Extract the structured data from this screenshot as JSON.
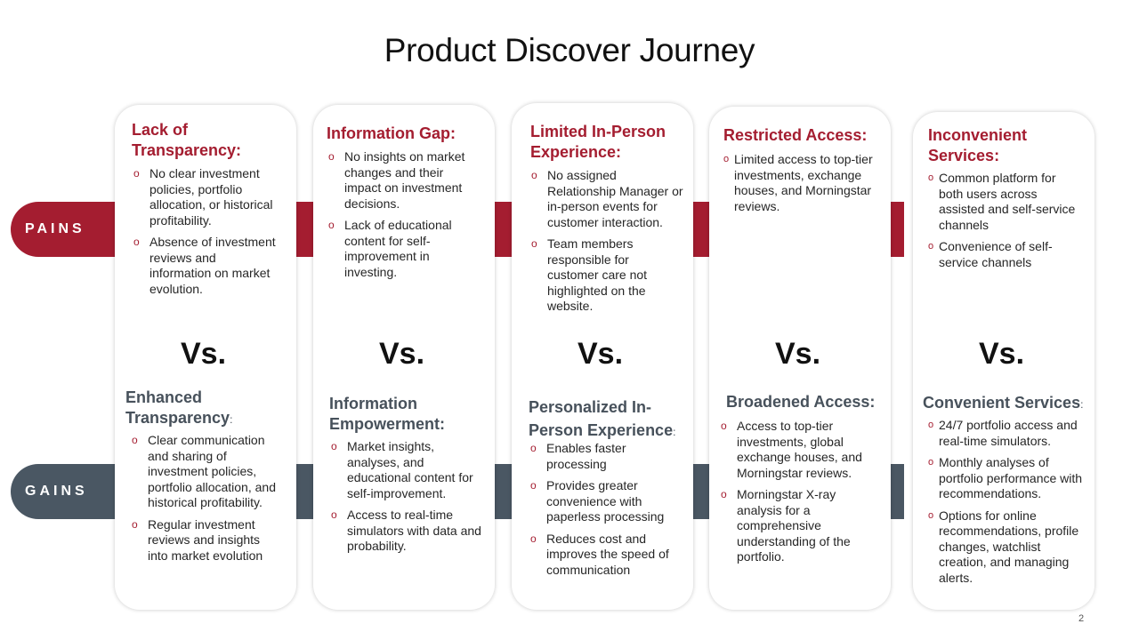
{
  "title": "Product Discover Journey",
  "bands": {
    "pains": "PAINS",
    "gains": "GAINS"
  },
  "vs": "Vs.",
  "page_number": "2",
  "colors": {
    "pains": "#a41d30",
    "gains": "#4a5763"
  },
  "cards": [
    {
      "pain_title": "Lack of Transparency:",
      "pain_items": [
        "No clear investment policies, portfolio allocation, or historical profitability.",
        "Absence of investment reviews and information on market evolution."
      ],
      "gain_title": "Enhanced Transparency",
      "gain_suffix": ":",
      "gain_items": [
        "Clear communication and sharing of investment policies, portfolio allocation, and historical profitability.",
        "Regular investment reviews and insights into market evolution"
      ]
    },
    {
      "pain_title": "Information Gap:",
      "pain_items": [
        "No insights on market changes and their impact on investment decisions.",
        "Lack of educational content for self-improvement in investing."
      ],
      "gain_title": "Information Empowerment:",
      "gain_suffix": "",
      "gain_items": [
        "Market insights, analyses, and educational content for self-improvement.",
        "Access to real-time simulators with data and probability."
      ]
    },
    {
      "pain_title": "Limited In-Person Experience:",
      "pain_items": [
        "No assigned Relationship Manager or in-person events for customer interaction.",
        "Team members responsible for customer care not highlighted on the website."
      ],
      "gain_title": "Personalized In-Person Experience",
      "gain_suffix": ":",
      "gain_items": [
        "Enables faster processing",
        "Provides greater convenience with paperless processing",
        "Reduces cost and improves the speed of communication"
      ]
    },
    {
      "pain_title": "Restricted Access:",
      "pain_items": [
        "Limited access to top-tier investments, exchange houses, and Morningstar reviews."
      ],
      "gain_title": "Broadened Access:",
      "gain_suffix": "",
      "gain_items": [
        "Access to top-tier investments, global exchange houses, and Morningstar reviews.",
        "Morningstar X-ray analysis for a comprehensive understanding of the portfolio."
      ]
    },
    {
      "pain_title": "Inconvenient Services:",
      "pain_items": [
        "Common platform for both users across assisted and self-service channels",
        "Convenience of self-service channels"
      ],
      "gain_title": "Convenient Services",
      "gain_suffix": ":",
      "gain_items": [
        "24/7 portfolio access and real-time simulators.",
        "Monthly analyses of portfolio performance with recommendations.",
        "Options for online recommendations, profile changes, watchlist creation, and managing alerts."
      ]
    }
  ]
}
